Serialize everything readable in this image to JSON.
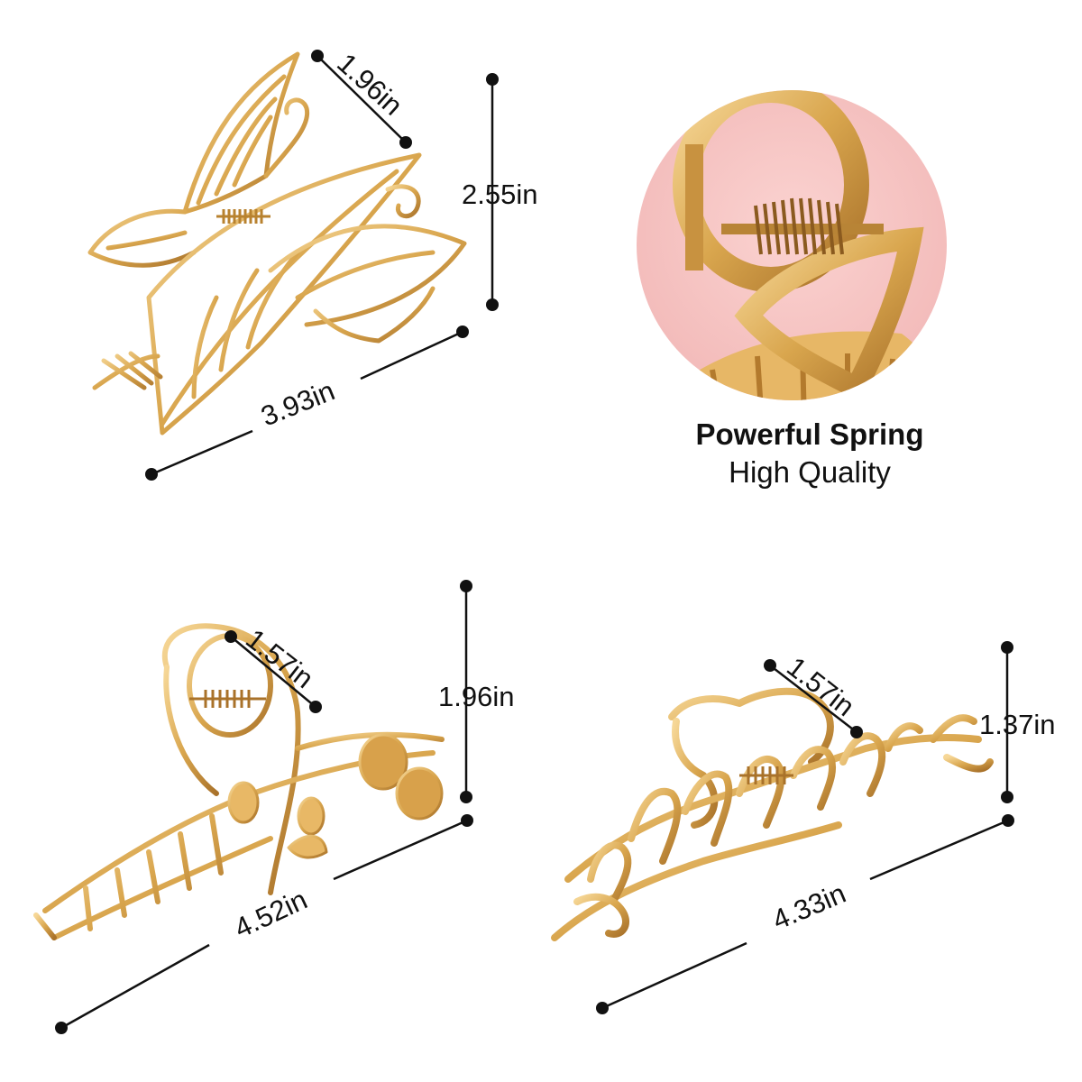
{
  "colors": {
    "gold": "#d9a64e",
    "gold_light": "#f3d08a",
    "gold_dark": "#a9722a",
    "pink": "#f6c4c3",
    "ink": "#111111"
  },
  "spring_callout": {
    "title": "Powerful Spring",
    "subtitle": "High Quality"
  },
  "clips": [
    {
      "name": "butterfly-claw-clip",
      "dimensions": {
        "depth": "1.96in",
        "height": "2.55in",
        "length": "3.93in"
      }
    },
    {
      "name": "leaf-claw-clip",
      "dimensions": {
        "depth": "1.57in",
        "height": "1.96in",
        "length": "4.52in"
      }
    },
    {
      "name": "wave-claw-clip",
      "dimensions": {
        "depth": "1.57in",
        "height": "1.37in",
        "length": "4.33in"
      }
    }
  ]
}
